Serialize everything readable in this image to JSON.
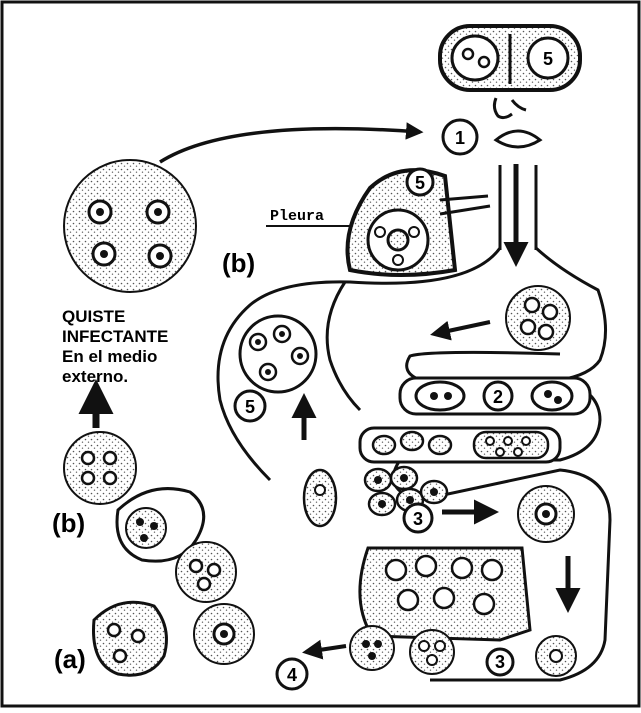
{
  "labels": {
    "b_top": "(b)",
    "b_bottom": "(b)",
    "a": "(a)",
    "pleura": "Pleura",
    "cyst_line1": "QUISTE",
    "cyst_line2": "INFECTANTE",
    "cyst_line3": "En el medio",
    "cyst_line4": "externo."
  },
  "stages": [
    "1",
    "2",
    "3",
    "3",
    "4",
    "5",
    "5",
    "5"
  ],
  "colors": {
    "ink": "#111111",
    "paper": "#ffffff",
    "stipple": "#555555"
  }
}
